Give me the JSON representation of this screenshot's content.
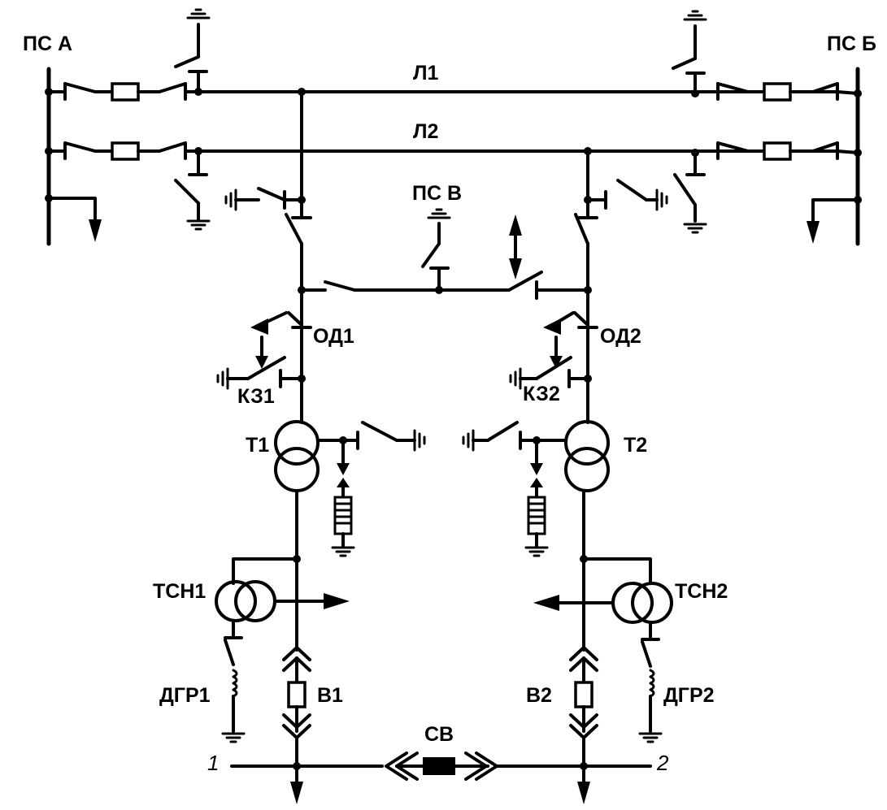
{
  "labels": {
    "ps_a": "ПС А",
    "ps_b": "ПС Б",
    "ps_v": "ПС В",
    "l1": "Л1",
    "l2": "Л2",
    "od1": "ОД1",
    "od2": "ОД2",
    "kz1": "КЗ1",
    "kz2": "КЗ2",
    "t1": "Т1",
    "t2": "Т2",
    "tsn1": "ТСН1",
    "tsn2": "ТСН2",
    "dgr1": "ДГР1",
    "dgr2": "ДГР2",
    "v1": "В1",
    "v2": "В2",
    "sv": "СВ",
    "sec1": "1",
    "sec2": "2"
  }
}
